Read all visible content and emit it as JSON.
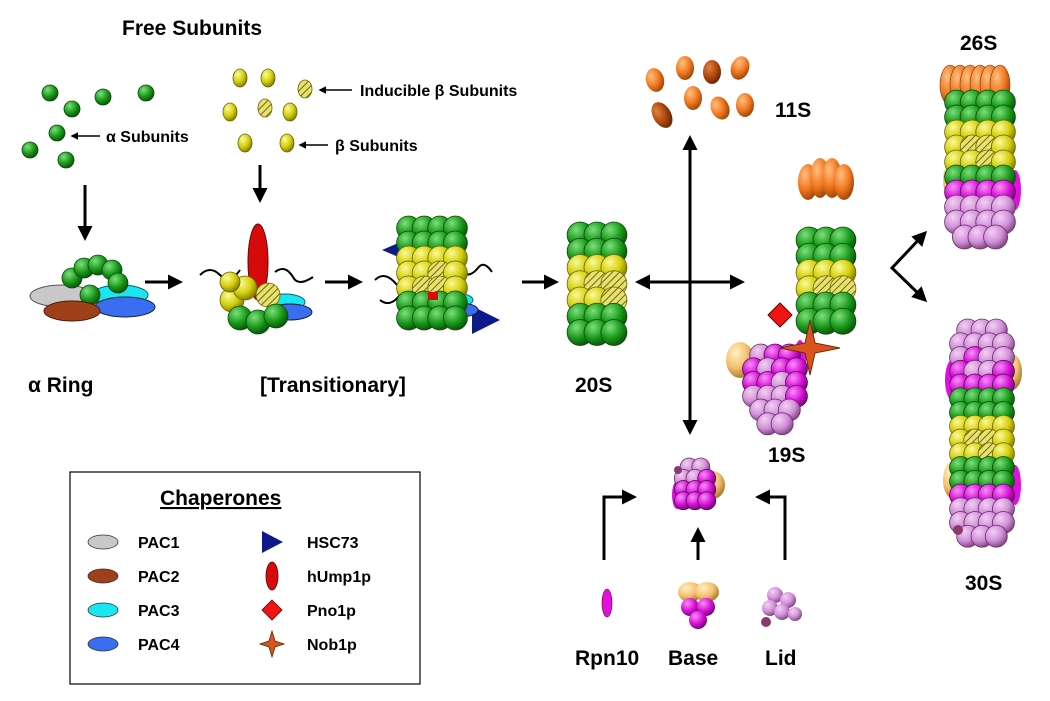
{
  "labels": {
    "free_subunits": "Free Subunits",
    "alpha_subunits": "α Subunits",
    "beta_subunits": "β Subunits",
    "inducible_beta": "Inducible β Subunits",
    "alpha_ring": "α Ring",
    "transitionary": "[Transitionary]",
    "s20": "20S",
    "s11": "11S",
    "s19": "19S",
    "s26": "26S",
    "s30": "30S",
    "rpn10": "Rpn10",
    "base": "Base",
    "lid": "Lid"
  },
  "legend": {
    "title": "Chaperones",
    "items": [
      {
        "label": "PAC1",
        "color": "#c8c8c8",
        "icon": "ellipse"
      },
      {
        "label": "PAC2",
        "color": "#a0401a",
        "icon": "ellipse"
      },
      {
        "label": "PAC3",
        "color": "#19e6f0",
        "icon": "ellipse"
      },
      {
        "label": "PAC4",
        "color": "#3a6ef0",
        "icon": "ellipse"
      },
      {
        "label": "HSC73",
        "color": "#0e1a8a",
        "icon": "triangle"
      },
      {
        "label": "hUmp1p",
        "color": "#d60a0a",
        "icon": "tall-ellipse"
      },
      {
        "label": "Pno1p",
        "color": "#f01414",
        "icon": "diamond"
      },
      {
        "label": "Nob1p",
        "color": "#d9531e",
        "icon": "star"
      }
    ]
  },
  "colors": {
    "alpha": "#1e9e1e",
    "beta": "#d6d20a",
    "inducible": "#c8c00a",
    "lid": "#d890d8",
    "base": "#e010e0",
    "orange": "#f07a20",
    "cap_tan": "#f5c070"
  }
}
